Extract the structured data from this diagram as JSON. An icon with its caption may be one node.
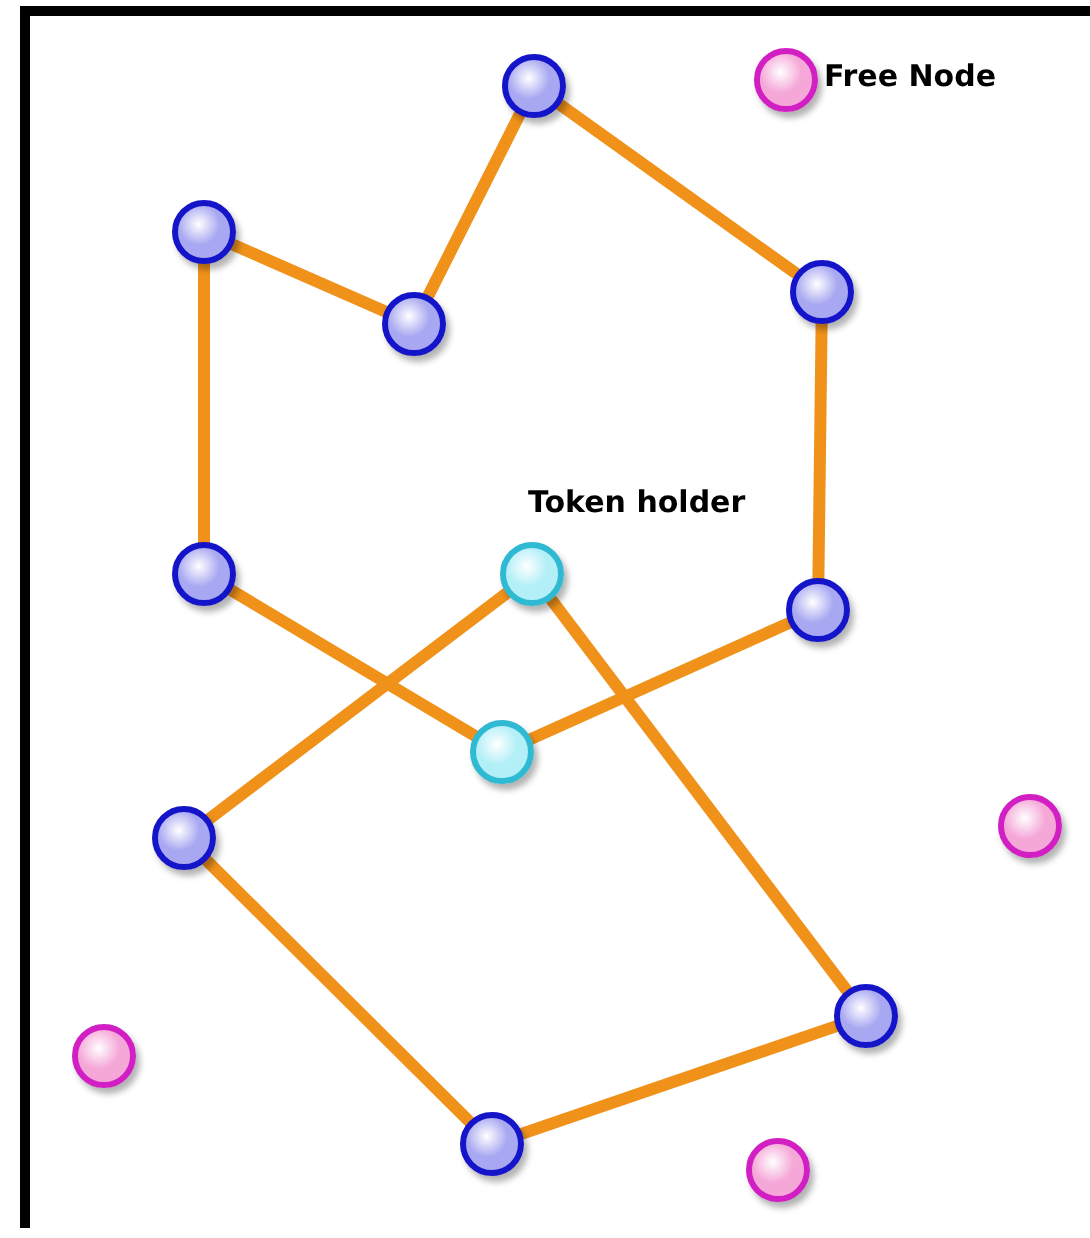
{
  "diagram": {
    "nodes": [
      {
        "text": [],
        "shape": "circle"
      },
      {
        "text": [
          "Free Node"
        ]
      },
      {
        "text": [],
        "shape": "circle"
      },
      {
        "text": [],
        "shape": "circle"
      },
      {
        "text": [],
        "shape": "circle"
      },
      {
        "text": [
          "Token holder"
        ]
      },
      {
        "text": [],
        "shape": "circle"
      },
      {
        "text": [],
        "shape": "circle"
      },
      {
        "text": [],
        "shape": "circle"
      },
      {
        "text": [],
        "shape": "circle"
      },
      {
        "text": [],
        "shape": "circle"
      },
      {
        "text": [],
        "shape": "circle"
      },
      {
        "text": [],
        "shape": "circle"
      },
      {
        "text": [],
        "shape": "circle"
      },
      {
        "text": [],
        "shape": "circle"
      }
    ],
    "edges": [
      {
        "from": 0,
        "to": 3,
        "arrow": "none"
      },
      {
        "from": 0,
        "to": 4,
        "arrow": "none"
      },
      {
        "from": 2,
        "to": 3,
        "arrow": "none"
      },
      {
        "from": 2,
        "to": 6,
        "arrow": "none"
      },
      {
        "from": 4,
        "to": 7,
        "arrow": "none"
      },
      {
        "from": 6,
        "to": 8,
        "arrow": "none"
      },
      {
        "from": 5,
        "to": 9,
        "arrow": "none"
      },
      {
        "from": 7,
        "to": 8,
        "arrow": "none"
      },
      {
        "from": 5,
        "to": 11,
        "arrow": "none"
      },
      {
        "from": 9,
        "to": 13,
        "arrow": "none"
      },
      {
        "from": 13,
        "to": 11,
        "arrow": "none"
      }
    ]
  }
}
